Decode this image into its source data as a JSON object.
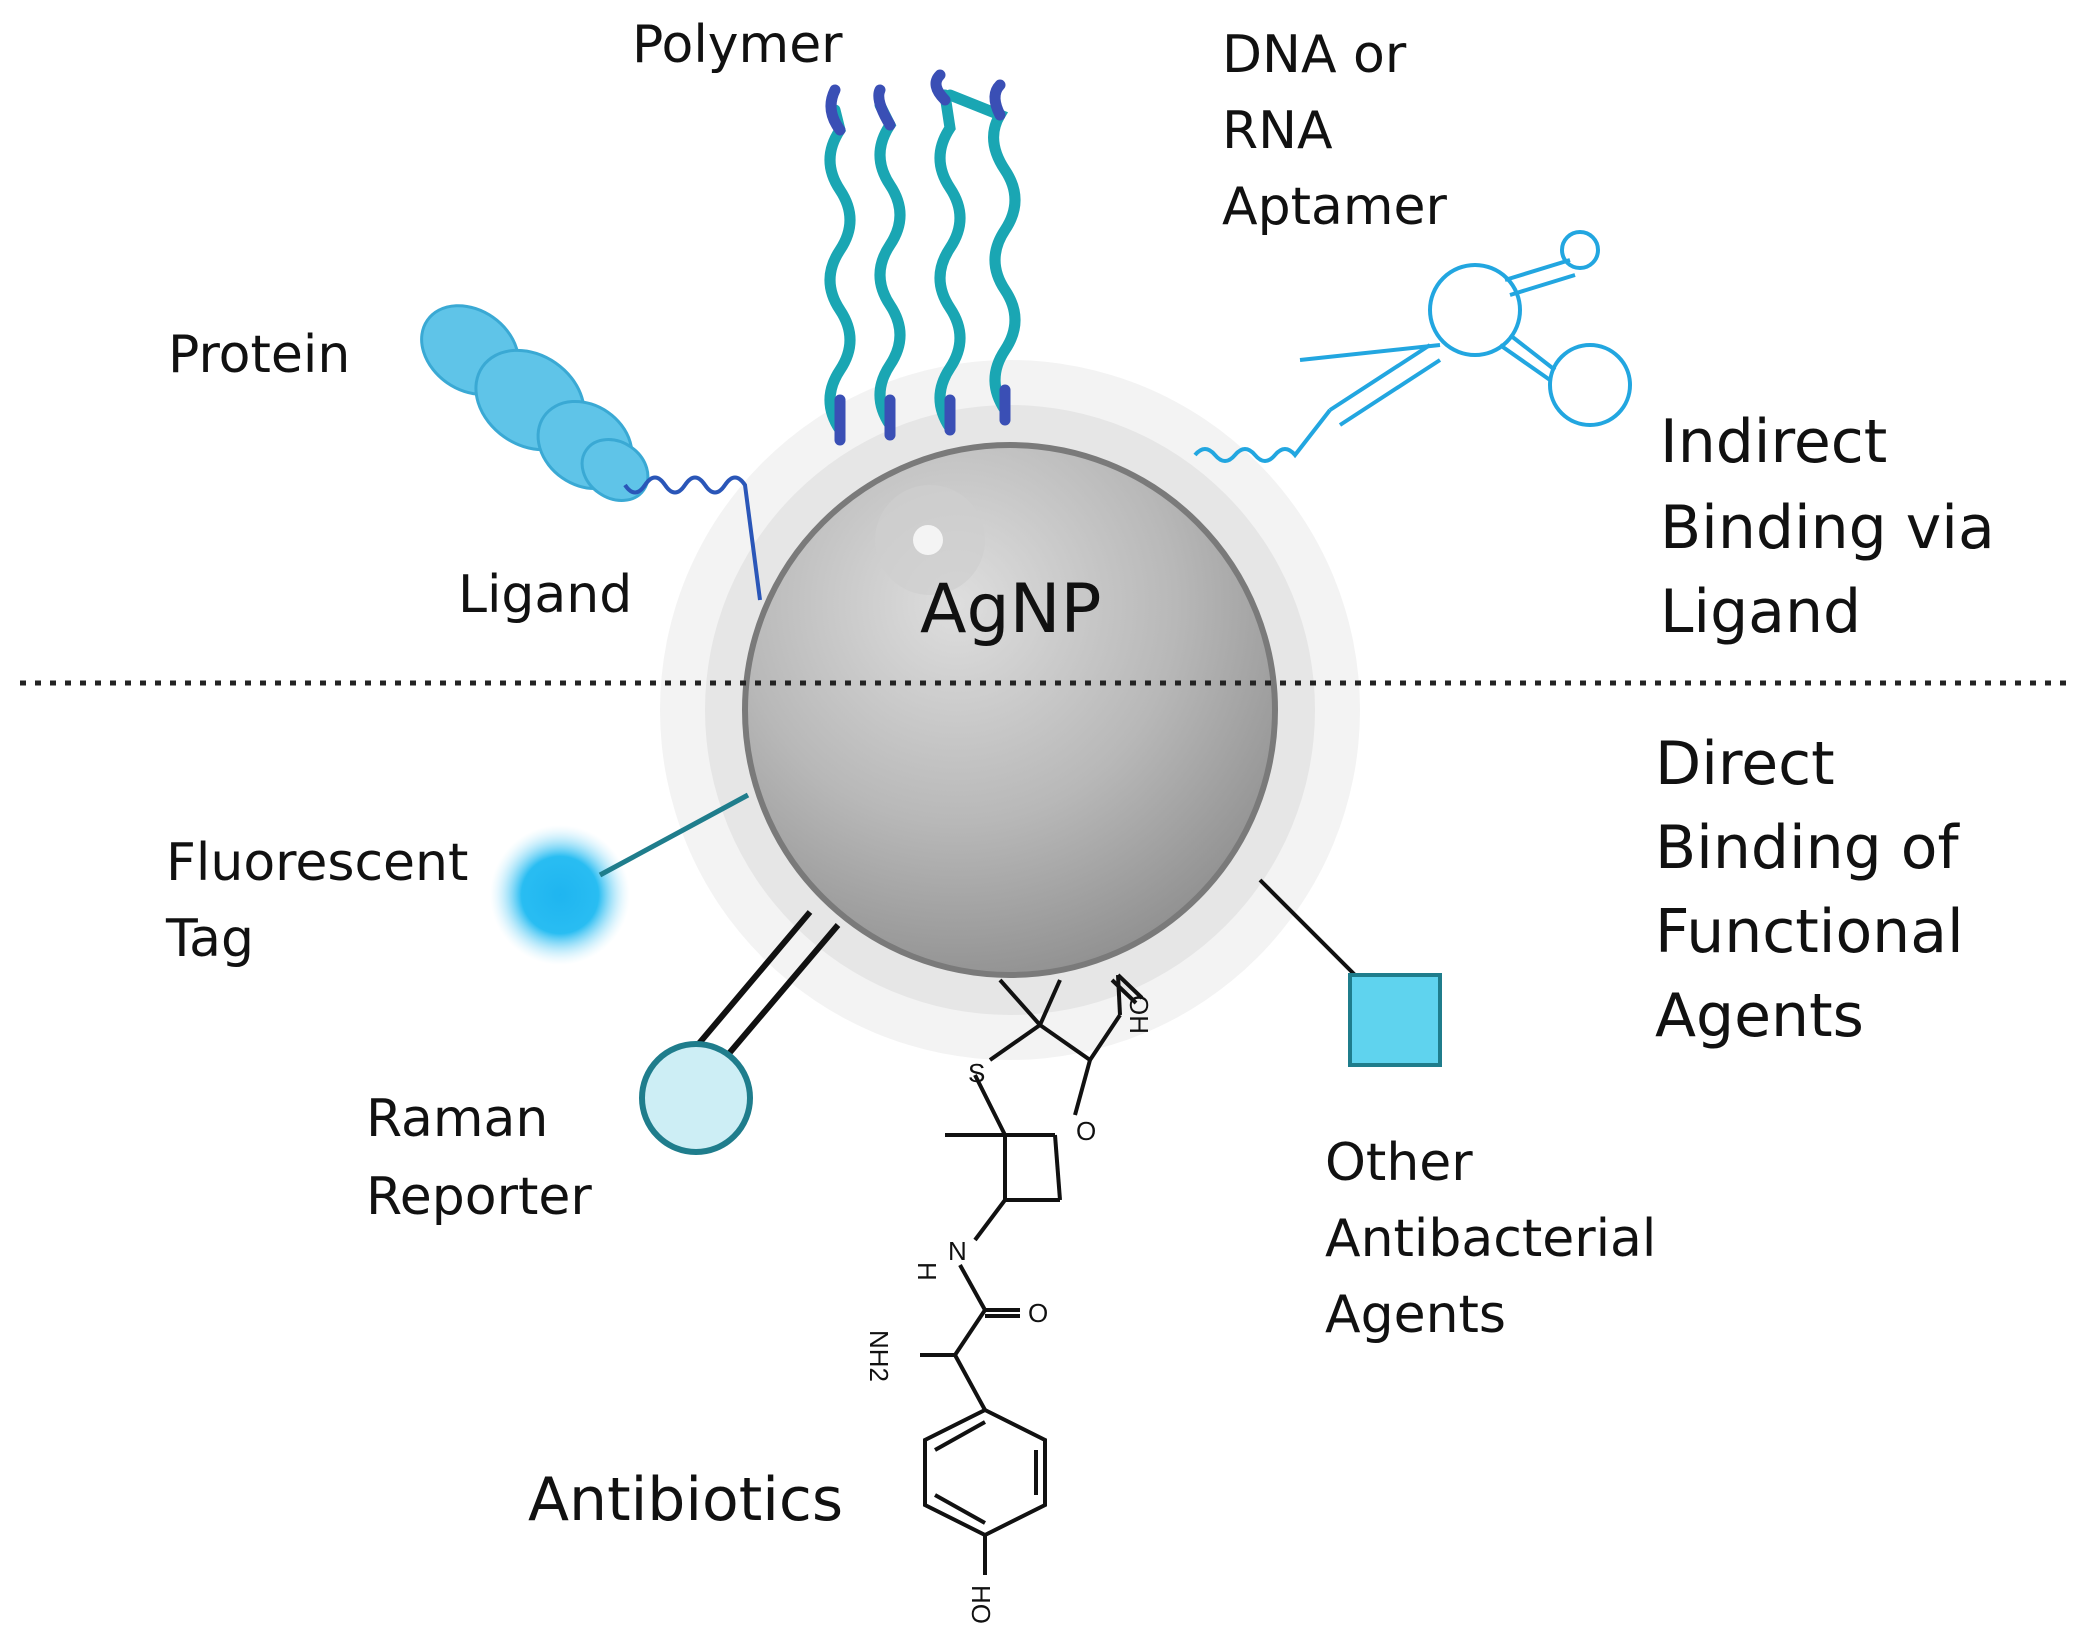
{
  "labels": {
    "polymer": "Polymer",
    "aptamer_line1": "DNA or",
    "aptamer_line2": "RNA",
    "aptamer_line3": "Aptamer",
    "protein": "Protein",
    "ligand": "Ligand",
    "center": "AgNP",
    "indirect_line1": "Indirect",
    "indirect_line2": "Binding via",
    "indirect_line3": "Ligand",
    "direct_line1": "Direct",
    "direct_line2": "Binding of",
    "direct_line3": "Functional",
    "direct_line4": "Agents",
    "fluor_line1": "Fluorescent",
    "fluor_line2": "Tag",
    "raman_line1": "Raman",
    "raman_line2": "Reporter",
    "other_line1": "Other",
    "other_line2": "Antibacterial",
    "other_line3": "Agents",
    "antibiotics": "Antibiotics"
  },
  "chem_labels": {
    "s": "S",
    "o_ring": "O",
    "oh_top": "OH",
    "nh": "N",
    "h": "H",
    "nh2": "NH2",
    "o_amide": "O",
    "oh_bottom": "HO"
  },
  "colors": {
    "particle": "#a9a9a9",
    "polymer_teal": "#1aa6b3",
    "polymer_end": "#3a4fb5",
    "protein": "#5fc4e8",
    "ligand_blue": "#2a56b8",
    "aptamer": "#22a6e0",
    "fluor": "#1fb5f0",
    "raman_fill": "#cdeef5",
    "raman_stroke": "#1f7d8c",
    "square": "#5fd3ee"
  }
}
